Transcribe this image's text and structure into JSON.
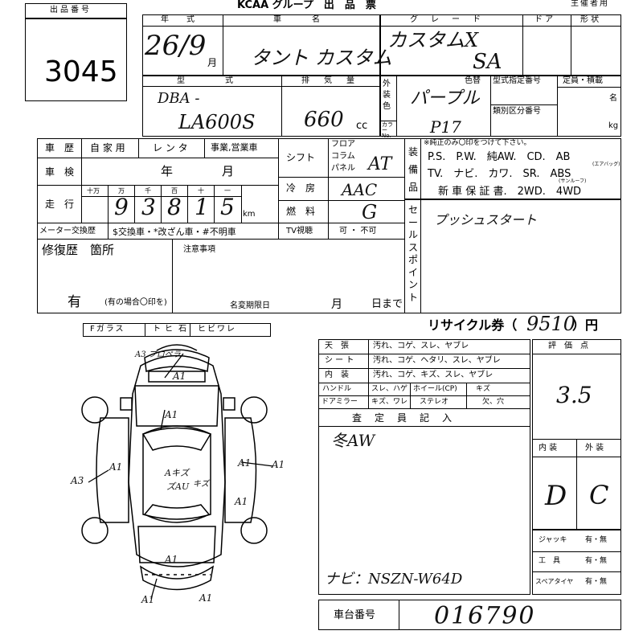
{
  "header": {
    "lot_label": "出品番号",
    "lot_number": "3045",
    "org_title": "KCAA グループ　出　品　票",
    "organizer_label": "主催者用"
  },
  "vehicle": {
    "year_label": "年　式",
    "year_value": "26/9",
    "month_unit": "月",
    "name_label": "車　　名",
    "name_value": "タント カスタム",
    "grade_label": "グ　レ　ー　ド",
    "grade_value_1": "カスタムX",
    "grade_value_2": "SA",
    "doors_label": "ド ア",
    "shape_label": "形 状",
    "model_label": "型　　　式",
    "model_prefix": "DBA -",
    "model_value": "LA600S",
    "displacement_label": "排　気　量",
    "displacement_value": "660",
    "cc_unit": "cc",
    "color_side_label": "外装色",
    "color_code_side": "カラーNo.",
    "color_label": "色替",
    "color_value": "パープル",
    "color_code": "P17",
    "type_spec_label": "型式指定番号",
    "class_label": "類別区分番号",
    "capacity_label": "定員・積載",
    "capacity_unit_1": "名",
    "capacity_unit_2": "kg"
  },
  "history": {
    "history_label": "車　歴",
    "private": "自 家 用",
    "rental": "レ ン タ",
    "business": "事業,営業車",
    "inspection_label": "車　検",
    "year_unit": "年",
    "month_unit": "月",
    "mileage_label": "走　行",
    "digit_labels": [
      "十万",
      "万",
      "千",
      "百",
      "十",
      "一"
    ],
    "mileage_digits": [
      "9",
      "3",
      "8",
      "1",
      "5"
    ],
    "km_unit": "km",
    "meter_exchange_label": "メーター交換歴",
    "meter_options": "$交換車・*改ざん車・#不明車"
  },
  "shift": {
    "shift_label": "シフト",
    "floor": "フロア",
    "column": "コラム",
    "panel": "パネル",
    "shift_value": "AT",
    "ac_label": "冷　房",
    "ac_value": "AAC",
    "fuel_label": "燃　料",
    "fuel_value": "G",
    "tv_label": "TV視聴",
    "tv_value": "可 ・ 不可"
  },
  "equipment": {
    "side_label": "装備品",
    "note": "※純正のみ〇印をつけて下さい。",
    "row1": "P.S.　P.W.　純AW.　CD.　AB",
    "row2": "TV.　ナビ.　カワ.　SR.　ABS",
    "row3": "新 車 保 証 書.　2WD.　4WD",
    "ab_sub": "(エアバッグ)",
    "sr_sub": "(サンルーフ)"
  },
  "sales_point": {
    "side_label": "セールスポイント",
    "value": "プッシュスタート"
  },
  "repair": {
    "label": "修復歴　箇所",
    "notes_label": "注意事項",
    "has_value": "有",
    "has_note": "(有の場合〇印を)",
    "name_change_label": "名変期限日",
    "month_unit": "月",
    "day_unit": "日まで"
  },
  "glass": {
    "label": "Fガラス",
    "options": [
      "ト",
      "ヒ",
      "石",
      "ヒビワレ"
    ]
  },
  "recycle": {
    "label": "リサイクル券（",
    "value": "9510",
    "unit": "）円"
  },
  "interior": {
    "rows": [
      {
        "label": "天　張",
        "options": "汚れ、コゲ、スレ、ヤブレ"
      },
      {
        "label": "シ ー ト",
        "options": "汚れ、コゲ、ヘタリ、スレ、ヤブレ"
      },
      {
        "label": "内　装",
        "options": "汚れ、コゲ、キズ、スレ、ヤブレ"
      }
    ],
    "handle_label": "ハンドル",
    "handle_options": "スレ、ハゲ",
    "wheel_label": "ホイール(CP)",
    "wheel_options": "キズ",
    "mirror_label": "ドアミラー",
    "mirror_options": "キズ、ワレ",
    "stereo_label": "ステレオ",
    "stereo_options": "欠、穴"
  },
  "inspector": {
    "label": "査　定　員　記　入",
    "comment": "冬AW",
    "navi": "ナビ：NSZN-W64D"
  },
  "grade": {
    "label": "評　価　点",
    "value": "3.5",
    "interior_label": "内 装",
    "exterior_label": "外 装",
    "interior_value": "D",
    "exterior_value": "C"
  },
  "tools": {
    "jack_label": "ジャッキ",
    "tools_label": "工　具",
    "spare_label": "スペアタイヤ",
    "option": "有・無"
  },
  "chassis": {
    "label": "車台番号",
    "value": "016790"
  },
  "diagram": {
    "marks": [
      "A3 プロペラ",
      "A1",
      "A1",
      "A1",
      "A1",
      "A3",
      "A1",
      "A1",
      "A1",
      "A1",
      "A1",
      "Aキズ",
      "ズAU",
      "キズ"
    ]
  }
}
